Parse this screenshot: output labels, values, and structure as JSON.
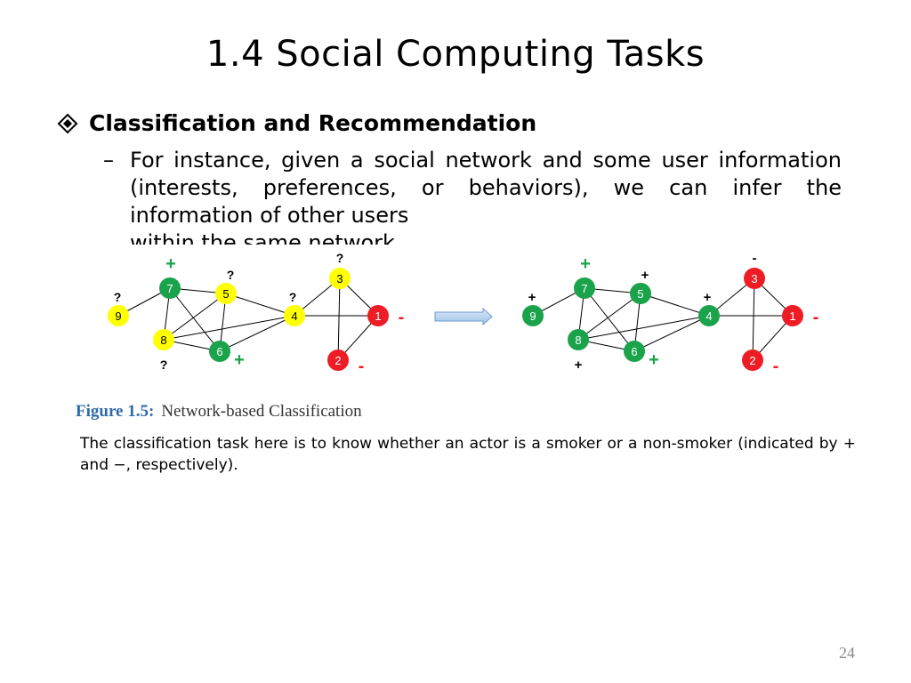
{
  "title": "1.4 Social Computing Tasks",
  "bullet": {
    "icon": "diamond-bullet-icon",
    "heading": "Classification and Recommendation"
  },
  "sub": {
    "dash": "–",
    "text": "For instance, given a social network and some user information (interests, preferences, or behaviors), we can infer the information of other users",
    "clipped": "within the same network"
  },
  "figure": {
    "label": "Figure 1.5:",
    "caption": "Network-based Classification",
    "colors": {
      "green": "#1aa34a",
      "yellow": "#ffff00",
      "red": "#ee1c24",
      "arrow": "#9dc3e6"
    },
    "left_graph": {
      "nodes": [
        {
          "id": "7",
          "color": "green",
          "mark": "+"
        },
        {
          "id": "5",
          "color": "yellow",
          "mark": "?"
        },
        {
          "id": "3",
          "color": "yellow",
          "mark": "?"
        },
        {
          "id": "9",
          "color": "yellow",
          "mark": "?"
        },
        {
          "id": "4",
          "color": "yellow",
          "mark": "?"
        },
        {
          "id": "1",
          "color": "red",
          "mark": "-"
        },
        {
          "id": "8",
          "color": "yellow",
          "mark": "?"
        },
        {
          "id": "6",
          "color": "green",
          "mark": "+"
        },
        {
          "id": "2",
          "color": "red",
          "mark": "-"
        }
      ]
    },
    "right_graph": {
      "nodes": [
        {
          "id": "7",
          "color": "green",
          "mark": "+"
        },
        {
          "id": "5",
          "color": "green",
          "mark": "+"
        },
        {
          "id": "3",
          "color": "red",
          "mark": "-"
        },
        {
          "id": "9",
          "color": "green",
          "mark": "+"
        },
        {
          "id": "4",
          "color": "green",
          "mark": "+"
        },
        {
          "id": "1",
          "color": "red",
          "mark": "-"
        },
        {
          "id": "8",
          "color": "green",
          "mark": "+"
        },
        {
          "id": "6",
          "color": "green",
          "mark": "+"
        },
        {
          "id": "2",
          "color": "red",
          "mark": "-"
        }
      ]
    }
  },
  "description": "The classification task here is to know whether an actor is a smoker or a non-smoker (indicated by + and −, respectively).",
  "page_number": "24"
}
